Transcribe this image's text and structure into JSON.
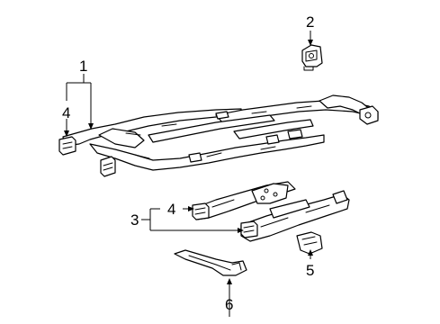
{
  "diagram": {
    "callouts": {
      "c1": "1",
      "c2": "2",
      "c3": "3",
      "c4a": "4",
      "c4b": "4",
      "c5": "5",
      "c6": "6"
    }
  }
}
